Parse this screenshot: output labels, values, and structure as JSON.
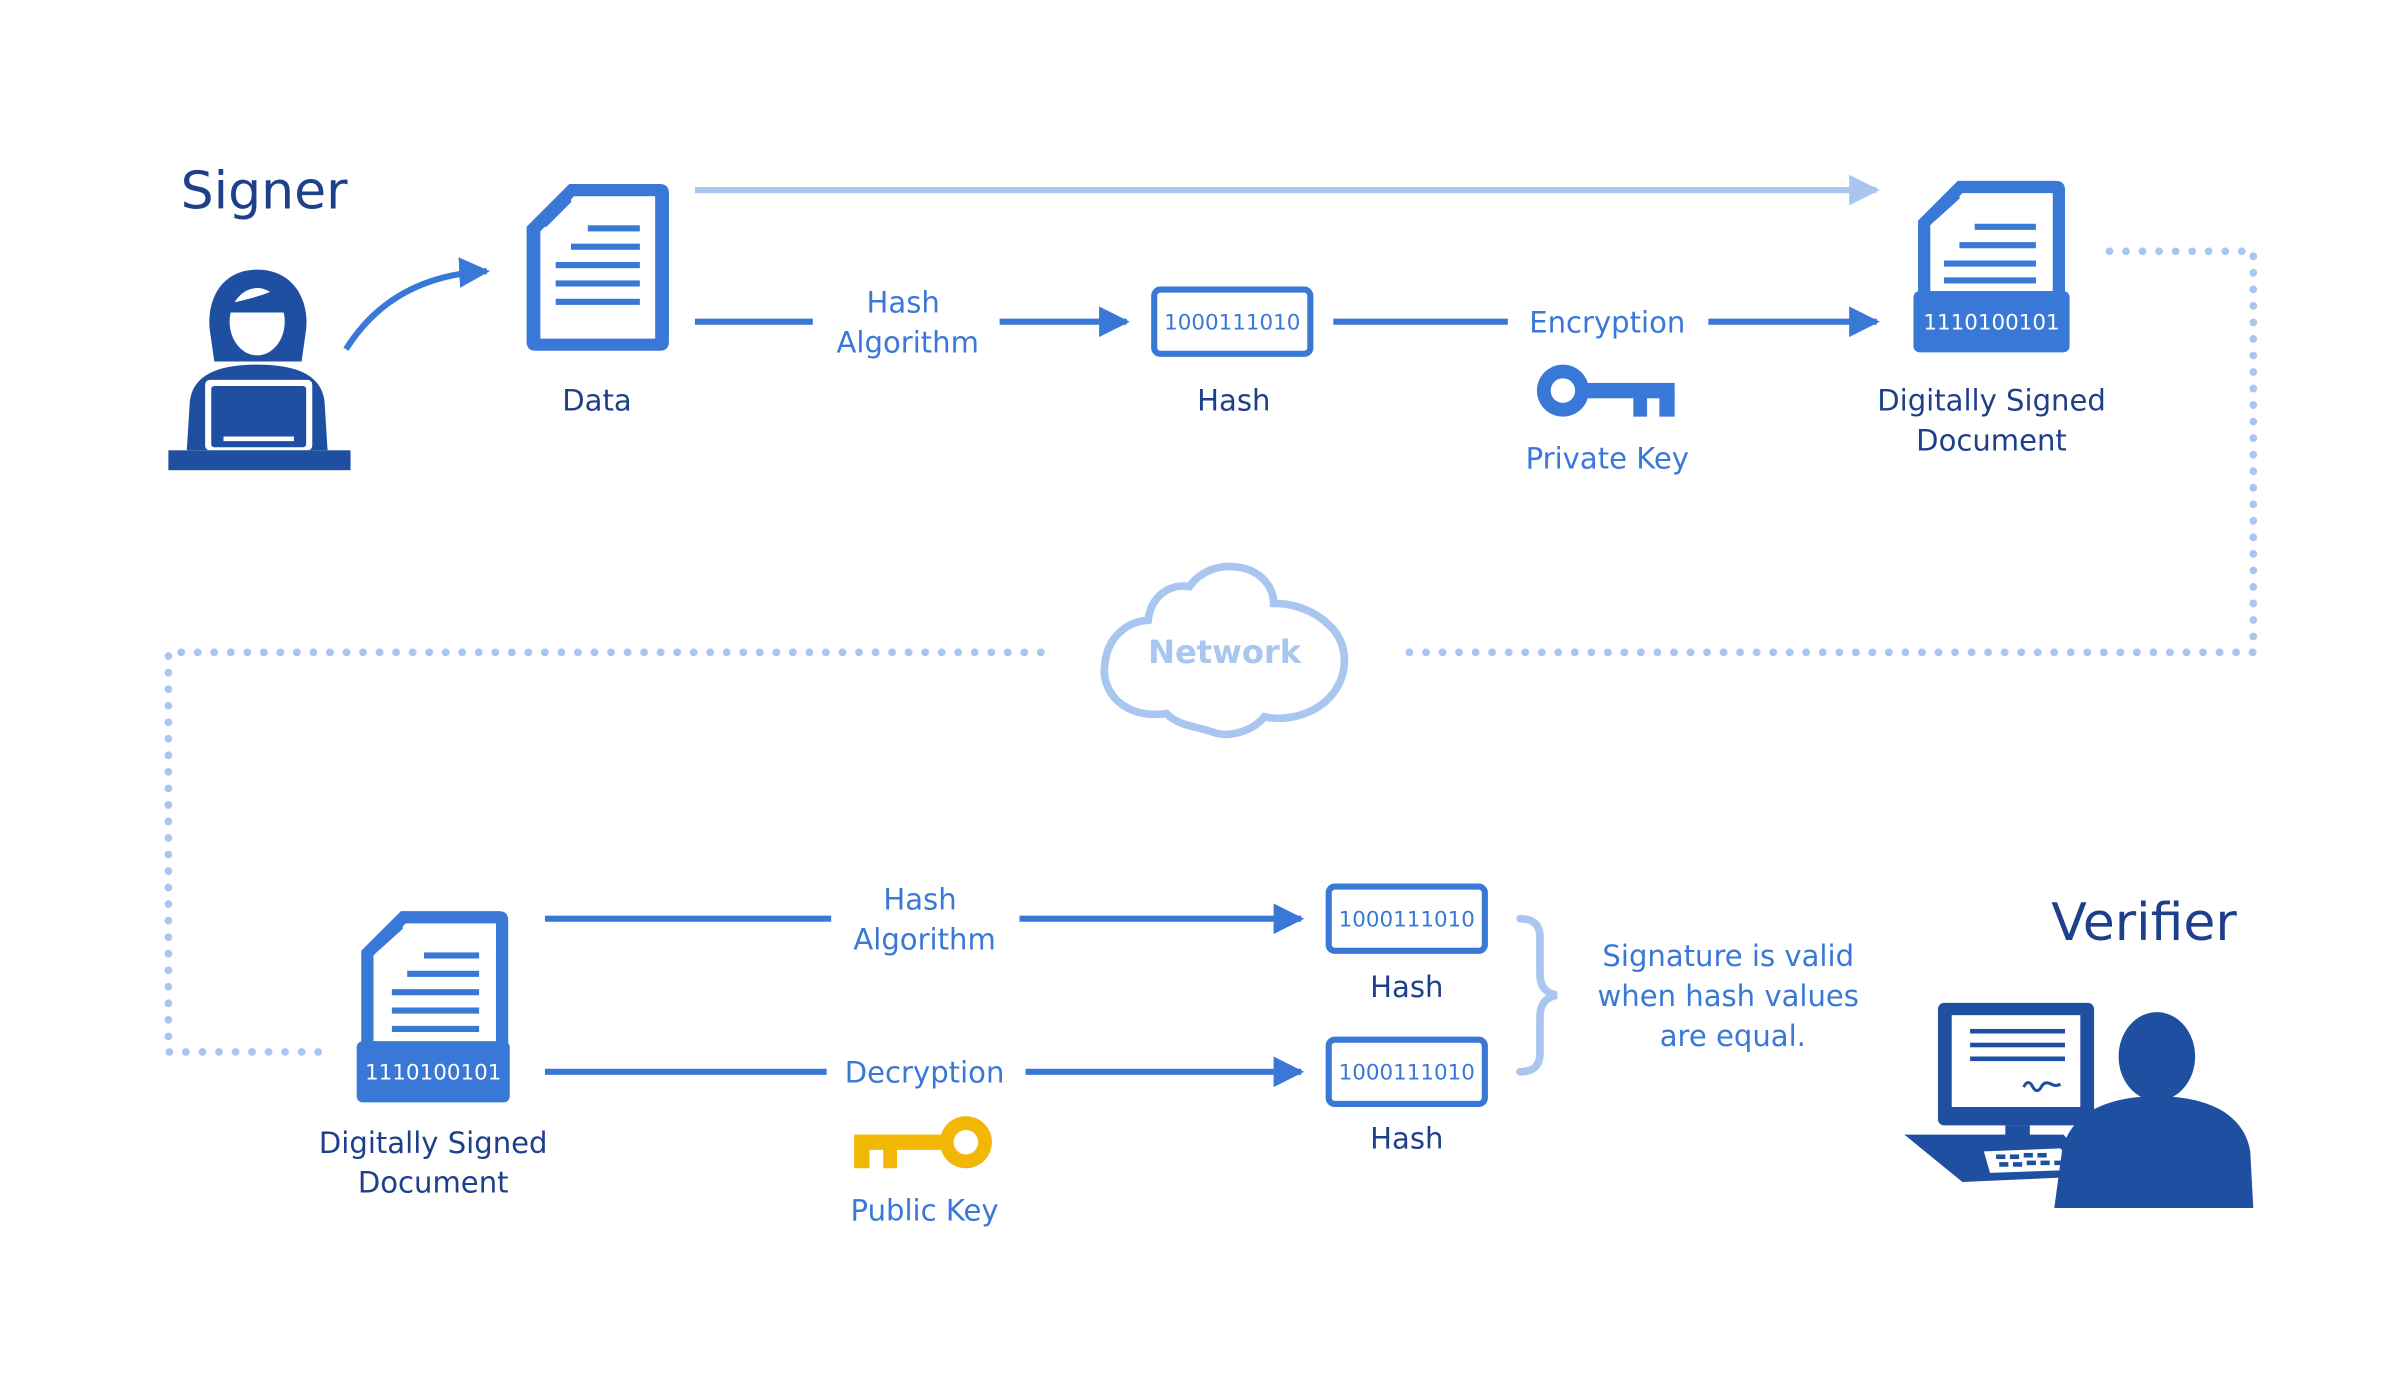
{
  "roles": {
    "signer": "Signer",
    "verifier": "Verifier"
  },
  "signing": {
    "data_label": "Data",
    "hash_algorithm_line1": "Hash",
    "hash_algorithm_line2": "Algorithm",
    "hash_value": "1000111010",
    "hash_label": "Hash",
    "encryption_label": "Encryption",
    "private_key_label": "Private Key",
    "signed_value": "1110100101",
    "signed_doc_line1": "Digitally Signed",
    "signed_doc_line2": "Document"
  },
  "network": {
    "label": "Network"
  },
  "verification": {
    "signed_value": "1110100101",
    "signed_doc_line1": "Digitally Signed",
    "signed_doc_line2": "Document",
    "hash_algorithm_line1": "Hash",
    "hash_algorithm_line2": "Algorithm",
    "decryption_label": "Decryption",
    "public_key_label": "Public Key",
    "hash_value_1": "1000111010",
    "hash_label_1": "Hash",
    "hash_value_2": "1000111010",
    "hash_label_2": "Hash",
    "note_line1": "Signature is valid",
    "note_line2": "when hash values",
    "note_line3": "are equal."
  },
  "colors": {
    "dark_blue": "#1e3f8a",
    "mid_blue": "#3a78d8",
    "light_blue": "#a9c6f0",
    "key_private": "#3a78d8",
    "key_public": "#f2b705"
  },
  "icons": {
    "signer": "person-with-laptop-icon",
    "verifier": "person-at-computer-icon",
    "document": "document-icon",
    "private_key": "key-icon",
    "public_key": "key-icon",
    "network": "cloud-icon"
  }
}
